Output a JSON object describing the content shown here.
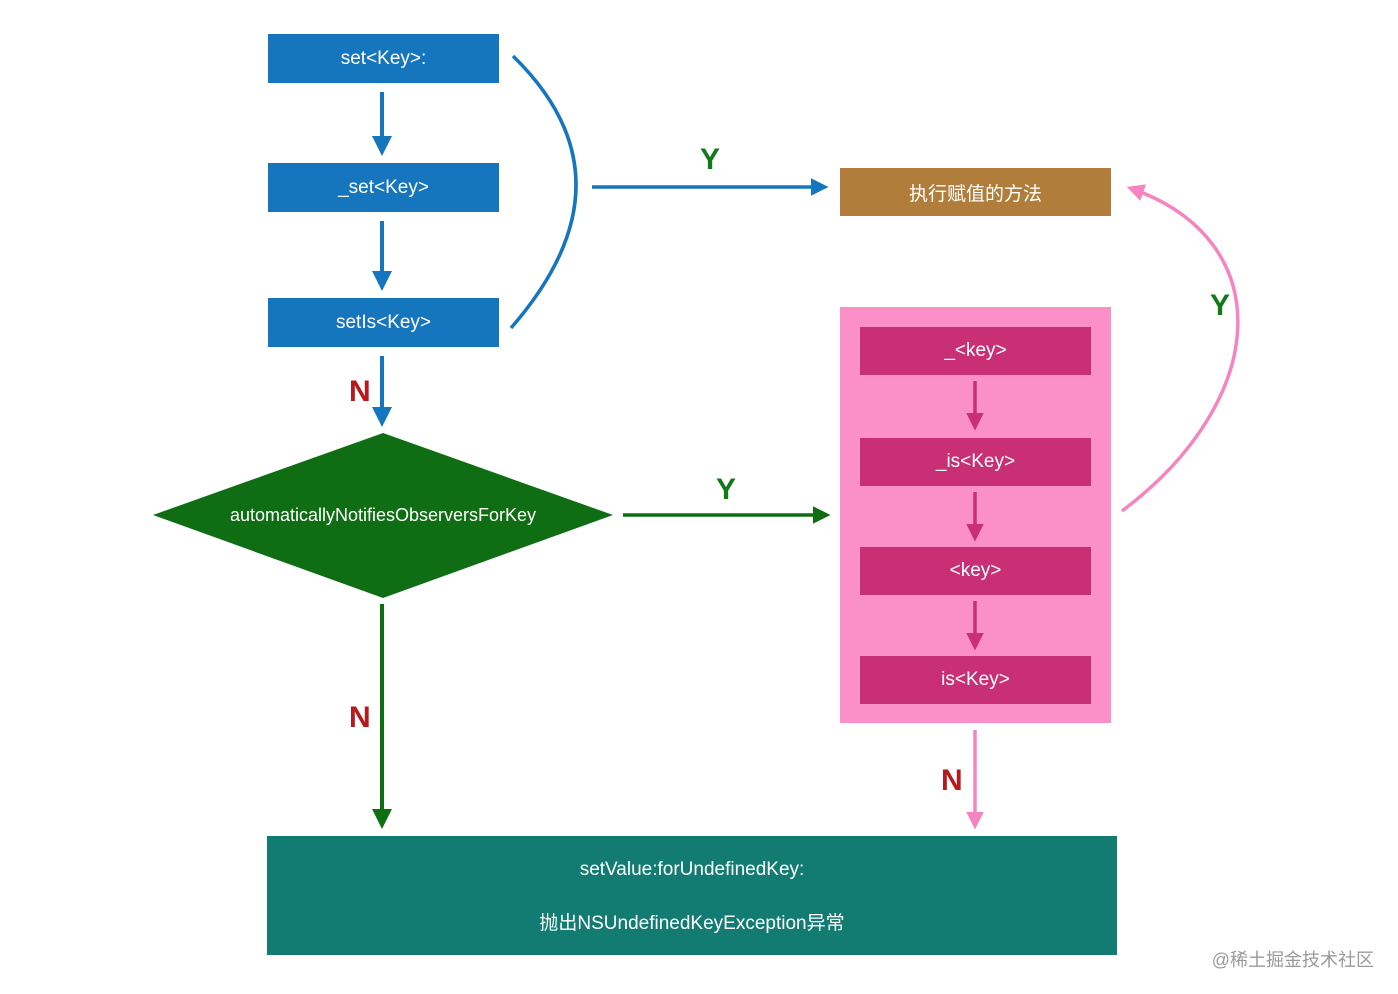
{
  "setter_methods": [
    "set<Key>:",
    "_set<Key>",
    "setIs<Key>"
  ],
  "execute_assignment": "执行赋值的方法",
  "decision": "automaticallyNotifiesObserversForKey",
  "ivar_lookup": [
    "_<key>",
    "_is<Key>",
    "<key>",
    "is<Key>"
  ],
  "undefined_key": {
    "line1": "setValue:forUndefinedKey:",
    "line2": "抛出NSUndefinedKeyException异常"
  },
  "edge_labels": {
    "setters_found": "Y",
    "setters_not_found": "N",
    "decision_yes": "Y",
    "decision_no": "N",
    "ivar_found": "Y",
    "ivar_not_found": "N"
  },
  "watermark": "@稀土掘金技术社区",
  "colors": {
    "blue": "#1676bd",
    "assign": "#b07d3a",
    "decision": "#0f6e13",
    "pink_container": "#fb8fc8",
    "magenta": "#c92f74",
    "exception": "#127b72",
    "yes_text": "#127a1b",
    "no_text": "#b7191c"
  }
}
